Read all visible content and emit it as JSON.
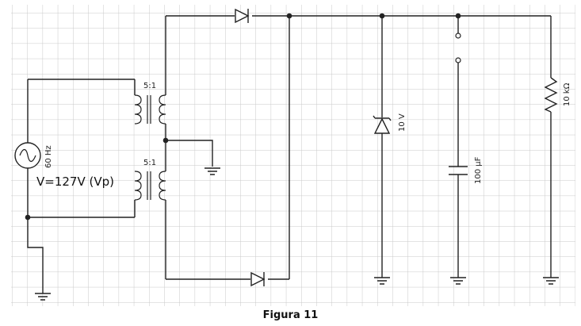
{
  "source": {
    "frequency_label": "60 Hz",
    "voltage_label": "V=127V (Vp)"
  },
  "transformer": {
    "upper_ratio": "5:1",
    "lower_ratio": "5:1"
  },
  "zener": {
    "label": "10 V"
  },
  "capacitor": {
    "label": "100 µF"
  },
  "resistor": {
    "label": "10 kΩ"
  },
  "caption": "Figura 11"
}
